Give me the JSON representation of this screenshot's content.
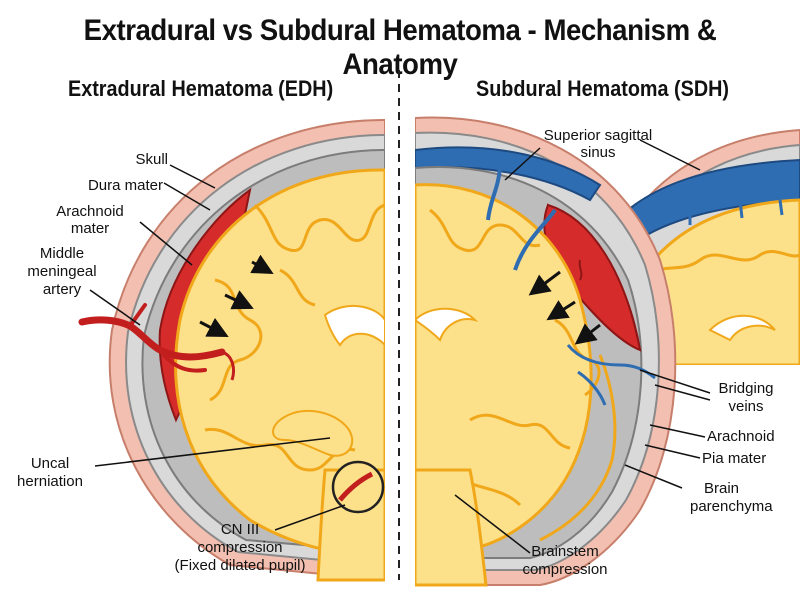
{
  "title": "Extradural vs Subdural Hematoma - Mechanism & Anatomy",
  "panels": {
    "edh": {
      "heading": "Extradural Hematoma (EDH)",
      "labels": {
        "skull": "Skull",
        "dura": "Dura mater",
        "arachnoid_1": "Arachnoid",
        "arachnoid_2": "mater",
        "mma_1": "Middle",
        "mma_2": "meningeal",
        "mma_3": "artery",
        "uncal_1": "Uncal",
        "uncal_2": "herniation",
        "cn3_1": "CN III",
        "cn3_2": "compression",
        "cn3_3": "(Fixed dilated pupil)"
      }
    },
    "sdh": {
      "heading": "Subdural Hematoma (SDH)",
      "labels": {
        "sss_1": "Superior sagittal",
        "sss_2": "sinus",
        "bridging_1": "Bridging",
        "bridging_2": "veins",
        "arachnoid": "Arachnoid",
        "pia": "Pia mater",
        "brain_1": "Brain",
        "brain_2": "parenchyma",
        "brainstem_1": "Brainstem",
        "brainstem_2": "compression"
      }
    }
  },
  "colors": {
    "skull_outer": "#f2bfb0",
    "skull_inner": "#d9d9d9",
    "dura": "#9a9a9a",
    "brain_fill": "#fde08a",
    "brain_outline": "#f0a81a",
    "blood": "#d62b2b",
    "vein": "#2f6db3",
    "text": "#111111"
  }
}
